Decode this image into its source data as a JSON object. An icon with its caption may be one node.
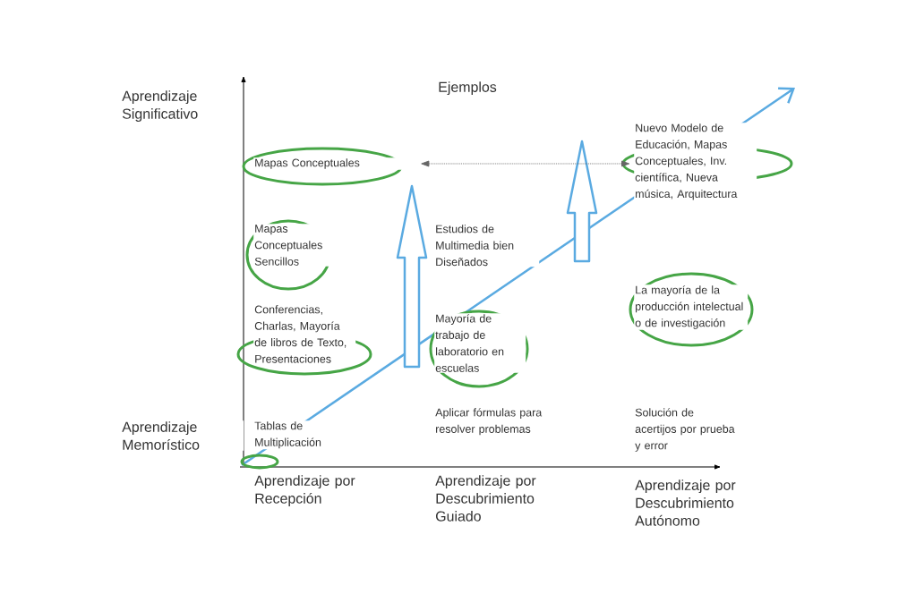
{
  "diagram": {
    "title": "Ejemplos",
    "nodes": [
      {
        "text": [
          "Mapas Conceptuales"
        ]
      },
      {
        "text": [
          "Nuevo Modelo de Educación, Mapas Conceptuales, Inv. científica, Nueva música, Arquitectura"
        ]
      }
    ],
    "edges": [
      {
        "from": 0,
        "to": 1,
        "arrow": "both",
        "style": "dashed"
      }
    ],
    "labels": [
      "Aprendizaje Significativo",
      "Mapas Conceptuales Sencillos",
      "Estudios de Multimedia bien Diseñados",
      "La mayoría de la producción intelectual o de investigación",
      "Conferencias, Charlas, Mayoría de libros de Texto, Presentaciones",
      "Mayoría de trabajo de laboratorio en escuelas",
      "Aprendizaje Memorístico",
      "Tablas de Multiplicación",
      "Aplicar fórmulas para resolver problemas",
      "Solución de acertijos por prueba y error",
      "Aprendizaje por Recepción",
      "Aprendizaje por Descubrimiento Guiado",
      "Aprendizaje por Descubrimiento Autónomo"
    ]
  }
}
